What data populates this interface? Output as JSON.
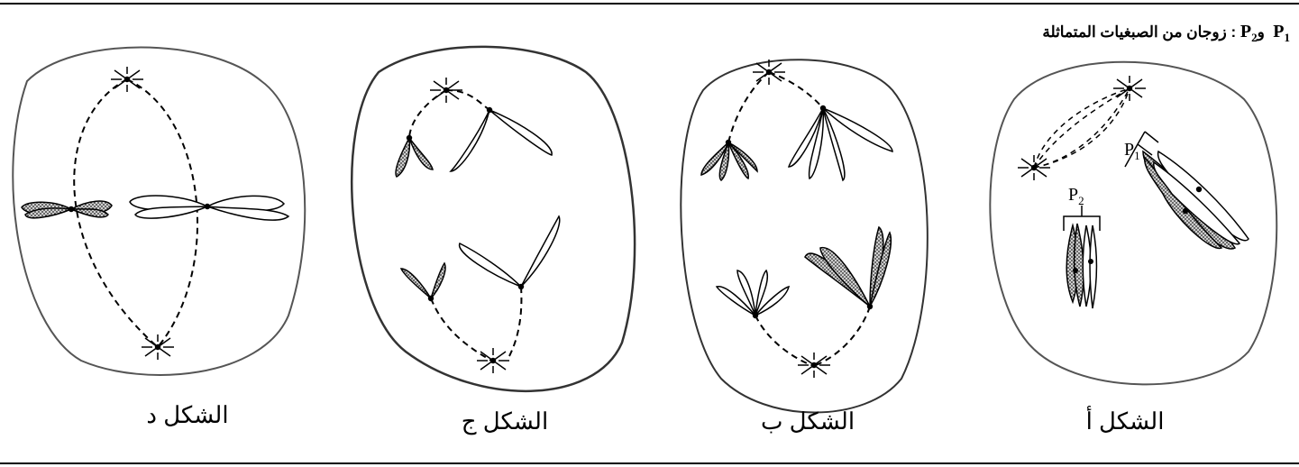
{
  "header": {
    "p1": "P",
    "p1_sub": "1",
    "conj": "و",
    "p2": "P",
    "p2_sub": "2",
    "text": ": زوجان من الصبغيات المتماثلة"
  },
  "figures": [
    {
      "id": "d",
      "caption": "الشكل د"
    },
    {
      "id": "j",
      "caption": "الشكل ج"
    },
    {
      "id": "b",
      "caption": "الشكل ب"
    },
    {
      "id": "a",
      "caption": "الشكل أ",
      "labels": {
        "p1": "P",
        "p1_sub": "1",
        "p2": "P",
        "p2_sub": "2"
      }
    }
  ],
  "colors": {
    "line": "#000000",
    "cell_border": "#555555",
    "chromatid_fill": "#bdbdbd"
  }
}
